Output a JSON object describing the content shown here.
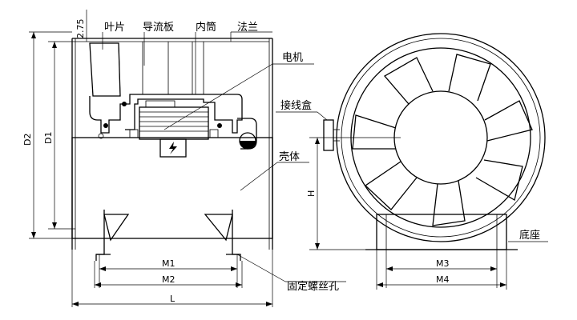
{
  "side_view": {
    "labels": {
      "blade": "叶片",
      "guide_vane": "导流板",
      "inner_tube": "内筒",
      "flange": "法兰",
      "motor": "电机",
      "casing": "壳体",
      "fixing_holes": "固定螺丝孔"
    },
    "dimensions": {
      "flange_thickness": "2.75",
      "d1": "D1",
      "d2": "D2",
      "m1": "M1",
      "m2": "M2",
      "l": "L"
    }
  },
  "front_view": {
    "labels": {
      "junction_box": "接线盒",
      "base": "底座"
    },
    "dimensions": {
      "h": "H",
      "m3": "M3",
      "m4": "M4"
    }
  }
}
